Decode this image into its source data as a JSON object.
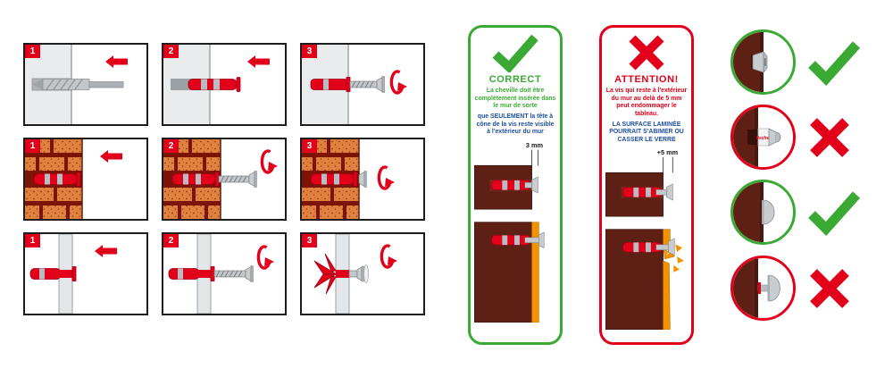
{
  "colors": {
    "accent_red": "#e2001a",
    "accent_green": "#3aaa35",
    "text_blue": "#1c4f9c",
    "brick_orange": "#e0813f",
    "mortar_dark_red": "#7d1408",
    "wall_brown": "#5e2014",
    "board_orange": "#f39200"
  },
  "panels": [
    {
      "step": "1"
    },
    {
      "step": "2"
    },
    {
      "step": "3"
    },
    {
      "step": "1"
    },
    {
      "step": "2"
    },
    {
      "step": "3"
    },
    {
      "step": "1"
    },
    {
      "step": "2"
    },
    {
      "step": "3"
    }
  ],
  "correct_card": {
    "title": "CORRECT",
    "body_primary": "La cheville doit être complètement insérée dans le mur de sorte",
    "body_secondary": "que SEULEMENT la tête à cône de la vis reste visible à l'extérieur du mur",
    "dimension_label": "3 mm"
  },
  "attention_card": {
    "title": "ATTENTION!",
    "body_primary": "La vis qui reste à l'extérieur du mur au delà de 5 mm peut endommager le tableau.",
    "body_secondary": "LA SURFACE LAMINÉE POURRAIT S'ABIMER OU CASSER LE VERRE",
    "dimension_label": "+5 mm"
  },
  "examples": [
    {
      "result": "correct"
    },
    {
      "result": "incorrect",
      "anchor_brand": "fischer"
    },
    {
      "result": "correct"
    },
    {
      "result": "incorrect"
    }
  ]
}
